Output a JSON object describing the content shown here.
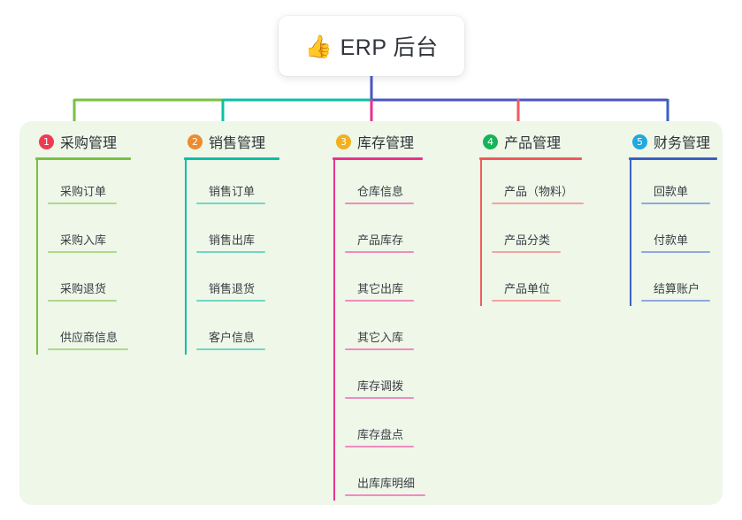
{
  "root": {
    "icon": "thumbs-up-icon",
    "emoji": "👍",
    "title": "ERP 后台"
  },
  "colors": {
    "panel_background": "#eef7e8",
    "page_background": "#ffffff",
    "root_connector": "#4a55c0",
    "bus_left": "#7ac043",
    "bus_mid": "#0dbfa5",
    "bus_right": "#4a55c0"
  },
  "branches": [
    {
      "index": "1",
      "title": "采购管理",
      "badge_color": "#ef3b52",
      "line_color": "#7ac043",
      "leaf_line_color": "#aed98a",
      "items": [
        "采购订单",
        "采购入库",
        "采购退货",
        "供应商信息"
      ]
    },
    {
      "index": "2",
      "title": "销售管理",
      "badge_color": "#f08a2e",
      "line_color": "#0dbfa5",
      "leaf_line_color": "#72d6c7",
      "items": [
        "销售订单",
        "销售出库",
        "销售退货",
        "客户信息"
      ]
    },
    {
      "index": "3",
      "title": "库存管理",
      "badge_color": "#f2b01e",
      "line_color": "#e6338c",
      "leaf_line_color": "#f08cbe",
      "items": [
        "仓库信息",
        "产品库存",
        "其它出库",
        "其它入库",
        "库存调拨",
        "库存盘点",
        "出库库明细"
      ]
    },
    {
      "index": "4",
      "title": "产品管理",
      "badge_color": "#16b359",
      "line_color": "#f05a5a",
      "leaf_line_color": "#f5a3a3",
      "items": [
        "产品（物料）",
        "产品分类",
        "产品单位"
      ]
    },
    {
      "index": "5",
      "title": "财务管理",
      "badge_color": "#20a8e0",
      "line_color": "#3b60c4",
      "leaf_line_color": "#8fa8e0",
      "items": [
        "回款单",
        "付款单",
        "结算账户"
      ]
    }
  ]
}
